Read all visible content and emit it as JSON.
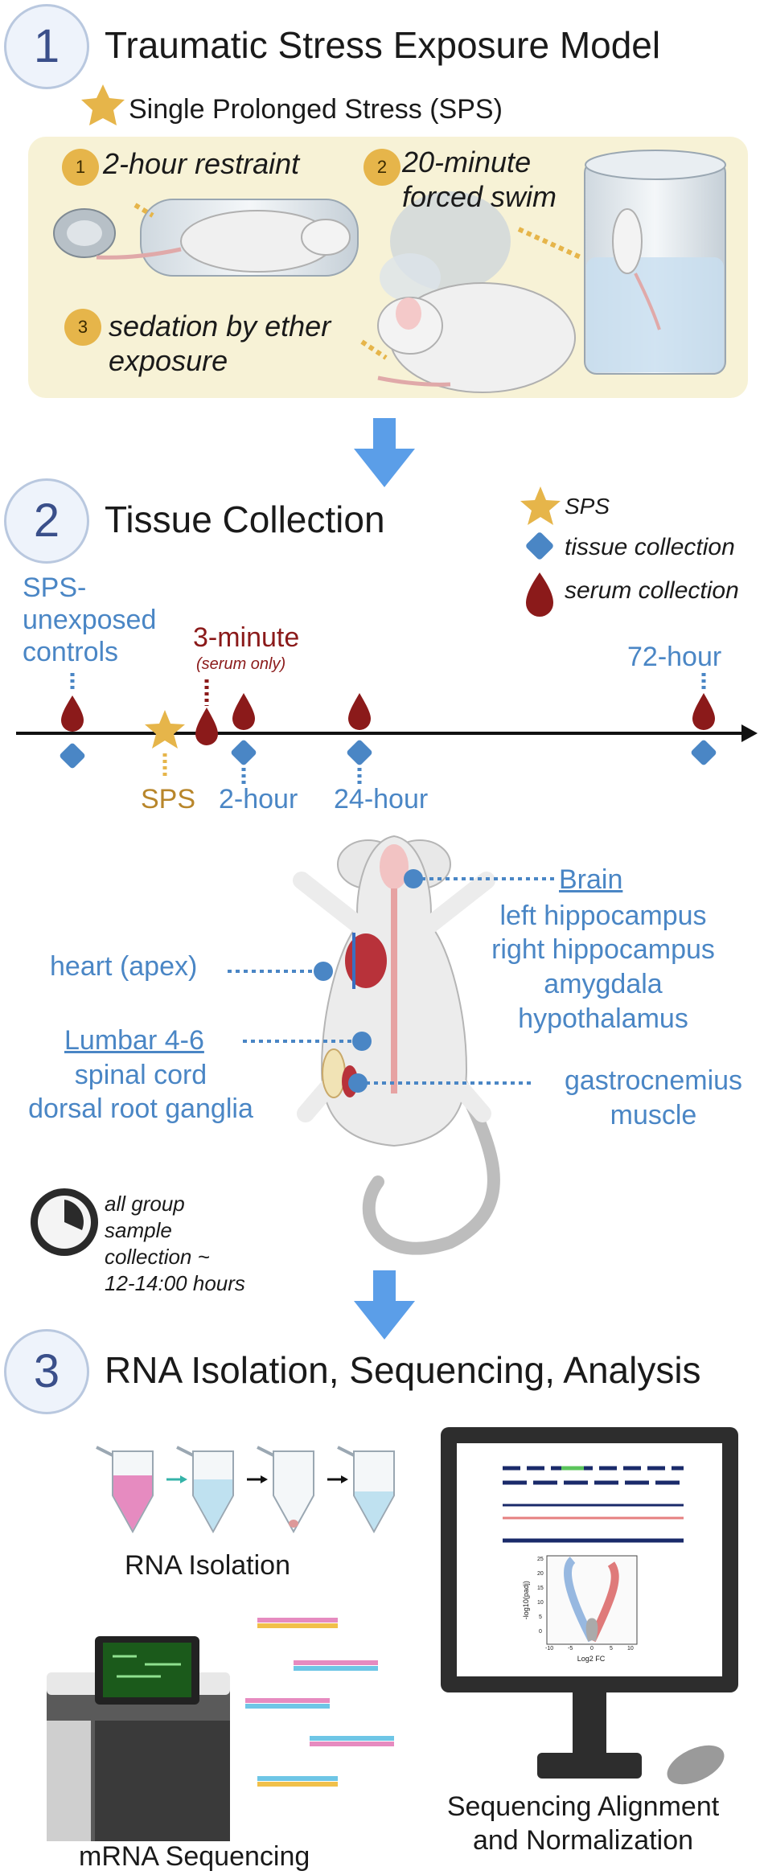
{
  "section1": {
    "number": "1",
    "title": "Traumatic Stress Exposure Model",
    "subtitle": "Single Prolonged Stress (SPS)",
    "steps": [
      {
        "n": "1",
        "label": "2-hour restraint"
      },
      {
        "n": "2",
        "label_line1": "20-minute",
        "label_line2": "forced swim"
      },
      {
        "n": "3",
        "label_line1": "sedation by ether",
        "label_line2": "exposure"
      }
    ]
  },
  "section2": {
    "number": "2",
    "title": "Tissue Collection",
    "legend": {
      "sps": "SPS",
      "tissue": "tissue collection",
      "serum": "serum collection"
    },
    "timeline": {
      "controls_line1": "SPS-",
      "controls_line2": "unexposed",
      "controls_line3": "controls",
      "three_min": "3-minute",
      "serum_only": "(serum only)",
      "sps": "SPS",
      "two_hour": "2-hour",
      "twentyfour_hour": "24-hour",
      "seventytwo_hour": "72-hour"
    },
    "tissues": {
      "brain_heading": "Brain",
      "brain_items": [
        "left hippocampus",
        "right hippocampus",
        "amygdala",
        "hypothalamus"
      ],
      "heart": "heart (apex)",
      "lumbar_heading": "Lumbar 4-6",
      "lumbar_items": [
        "spinal cord",
        "dorsal root ganglia"
      ],
      "muscle_line1": "gastrocnemius",
      "muscle_line2": "muscle"
    },
    "clock_note": [
      "all group",
      "sample",
      "collection ~",
      "12-14:00 hours"
    ]
  },
  "section3": {
    "number": "3",
    "title": "RNA Isolation, Sequencing, Analysis",
    "rna_isolation": "RNA Isolation",
    "mrna_sequencing": "mRNA Sequencing",
    "alignment_line1": "Sequencing Alignment",
    "alignment_line2": "and Normalization",
    "volcano": {
      "ylabel": "-log10(padj)",
      "xlabel": "Log2 FC",
      "yticks": [
        "25",
        "20",
        "15",
        "10",
        "5",
        "0"
      ],
      "xticks": [
        "-10",
        "-5",
        "0",
        "5",
        "10"
      ]
    }
  },
  "colors": {
    "blue": "#4a86c5",
    "red": "#8b1a1a",
    "gold": "#e6b54a",
    "panel": "#f7f2d6",
    "arrow": "#5b9ee8"
  }
}
